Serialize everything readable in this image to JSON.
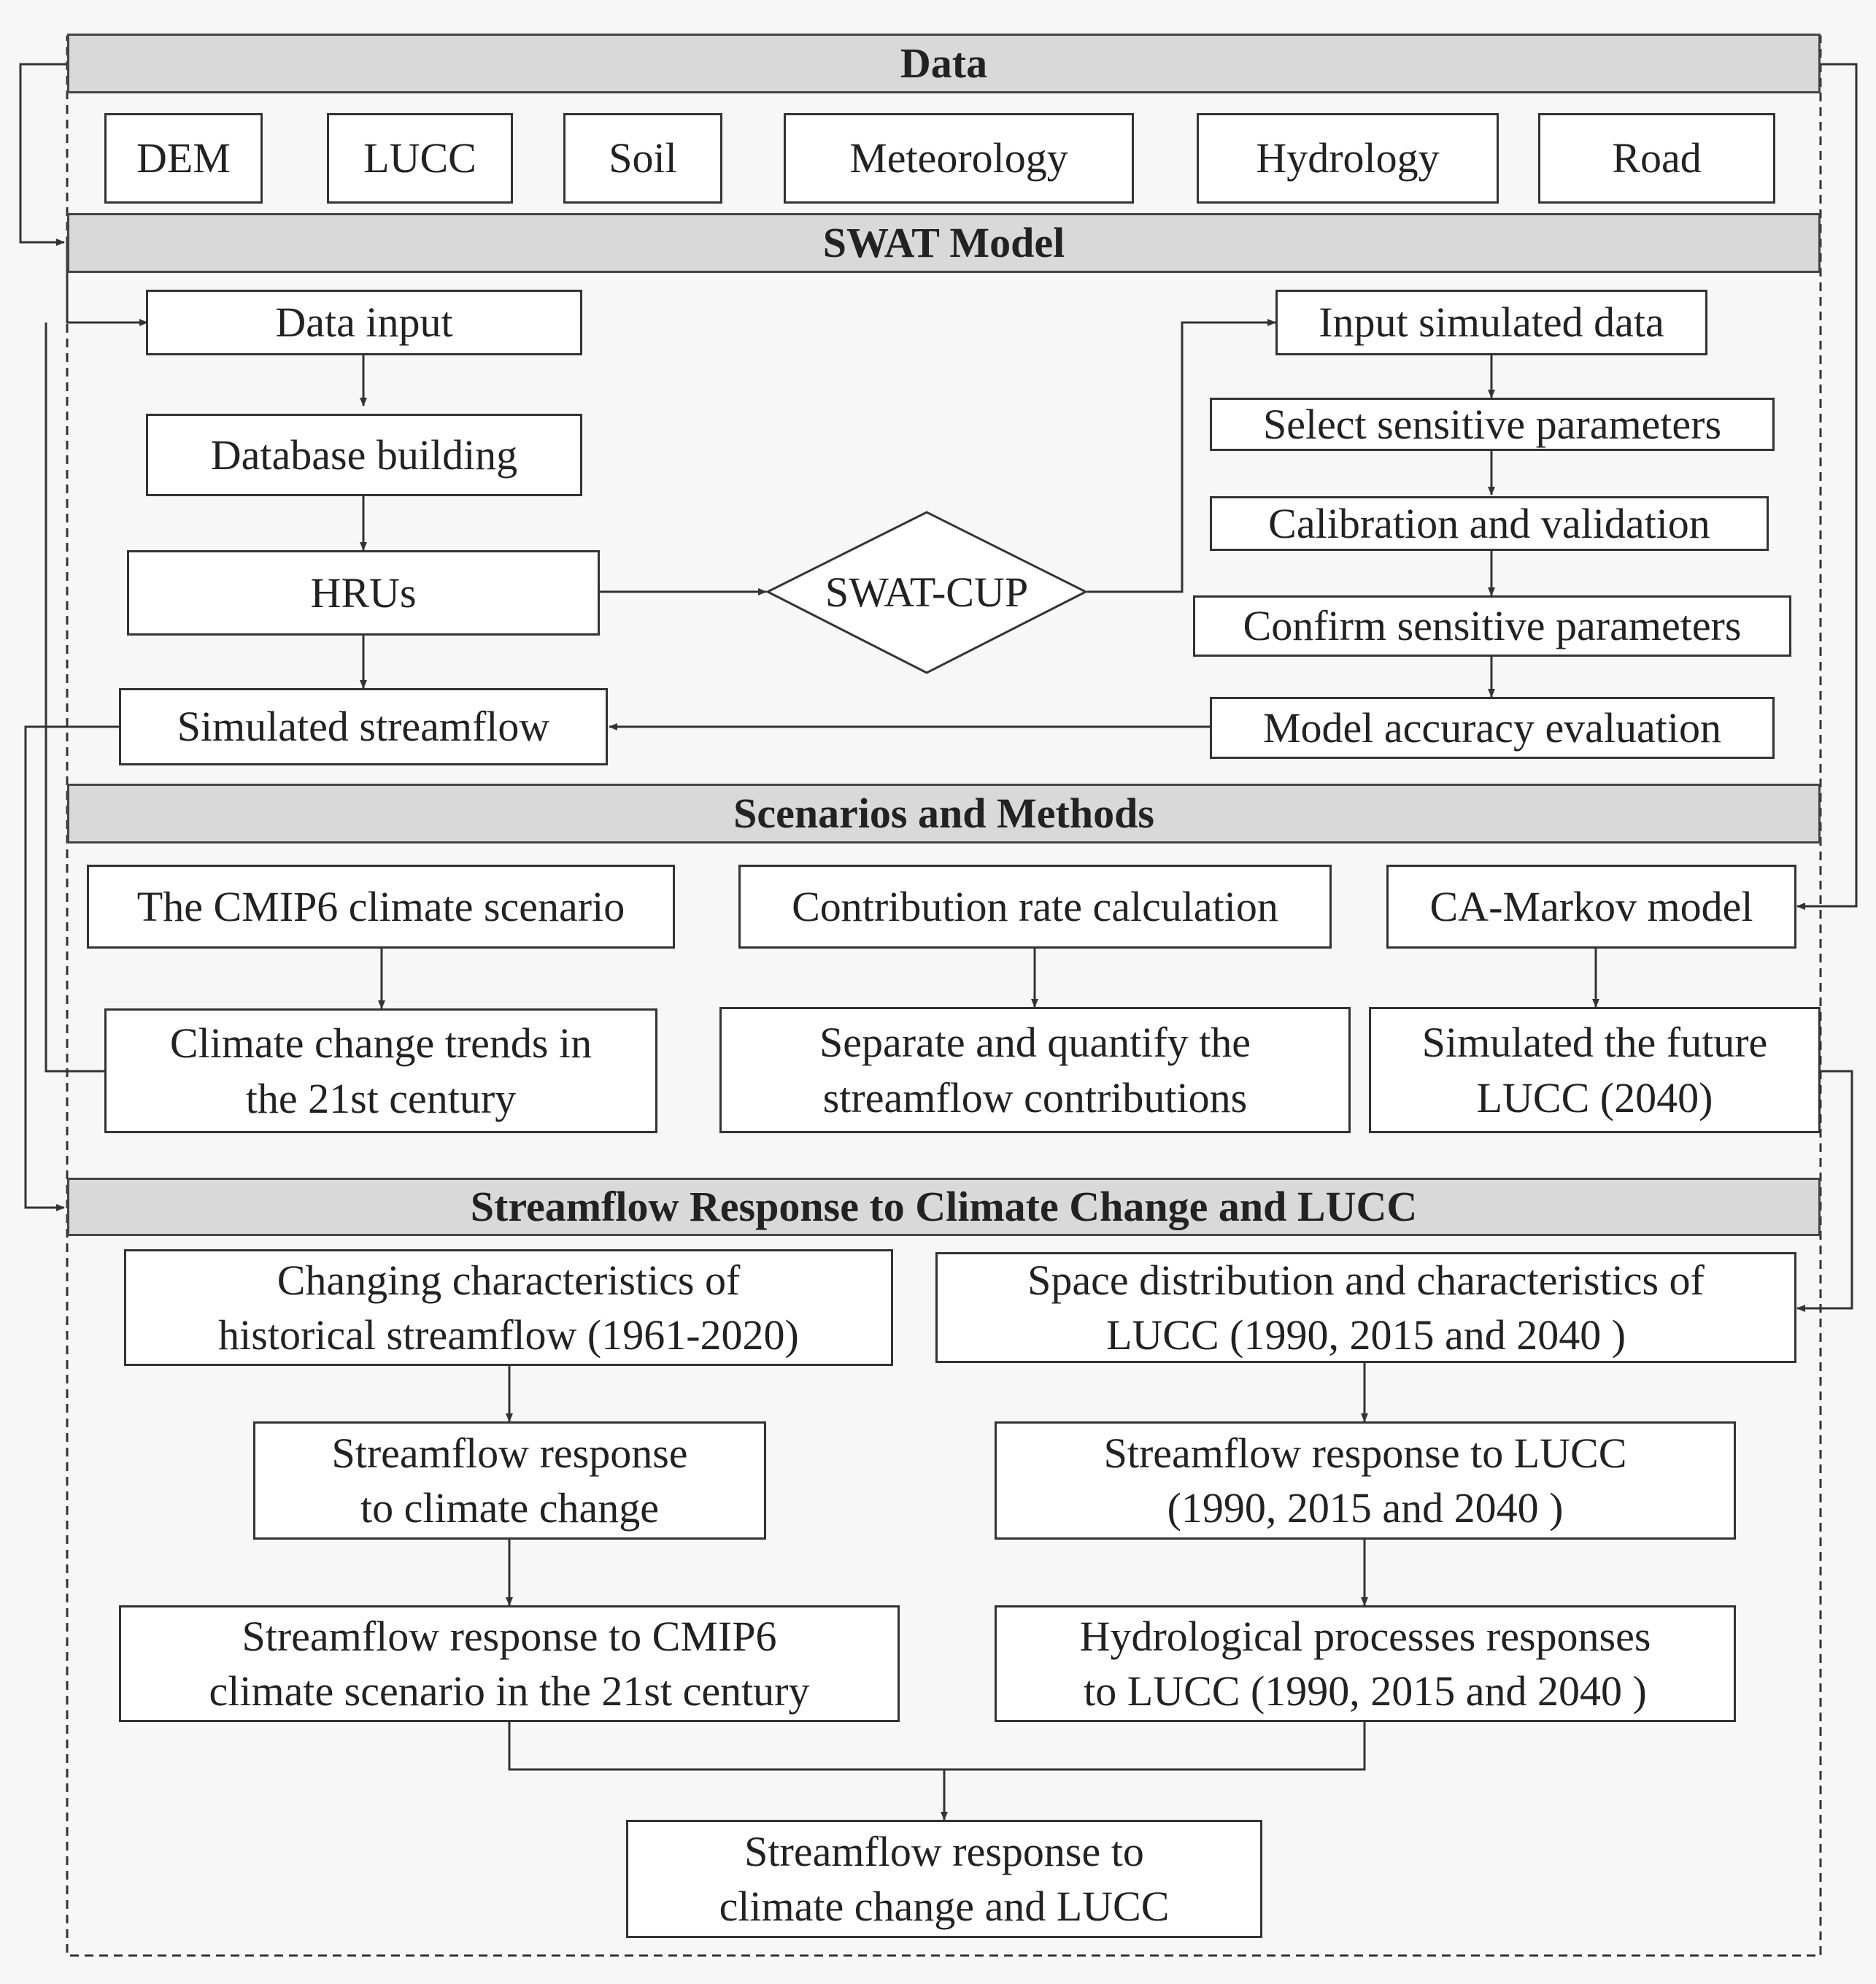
{
  "bands": {
    "data": "Data",
    "swat": "SWAT Model",
    "scenarios": "Scenarios and Methods",
    "response": "Streamflow Response to Climate Change and LUCC"
  },
  "data_sources": [
    "DEM",
    "LUCC",
    "Soil",
    "Meteorology",
    "Hydrology",
    "Road"
  ],
  "swat": {
    "data_input": "Data input",
    "database_building": "Database building",
    "hrus": "HRUs",
    "simulated_streamflow": "Simulated streamflow",
    "swat_cup": "SWAT-CUP",
    "input_simulated": "Input simulated data",
    "select_params": "Select sensitive parameters",
    "calibration": "Calibration and validation",
    "confirm_params": "Confirm sensitive parameters",
    "accuracy": "Model accuracy evaluation"
  },
  "scenarios": {
    "cmip6": "The CMIP6 climate scenario",
    "contribution": "Contribution rate calculation",
    "ca_markov": "CA-Markov model",
    "climate_trends_1": "Climate change trends in",
    "climate_trends_2": "the 21st century",
    "separate_1": "Separate and quantify the",
    "separate_2": "streamflow contributions",
    "future_lucc_1": "Simulated the future",
    "future_lucc_2": "LUCC (2040)"
  },
  "response": {
    "hist_1": "Changing characteristics of",
    "hist_2": "historical streamflow (1961-2020)",
    "resp_climate_1": "Streamflow response",
    "resp_climate_2": "to climate change",
    "resp_cmip6_1": "Streamflow response to CMIP6",
    "resp_cmip6_2": "climate scenario in the 21st century",
    "space_1": "Space distribution and characteristics of",
    "space_2": "LUCC (1990, 2015 and 2040 )",
    "resp_lucc_1": "Streamflow response to LUCC",
    "resp_lucc_2": "(1990, 2015 and 2040 )",
    "hydro_1": "Hydrological processes responses",
    "hydro_2": "to LUCC (1990, 2015 and 2040 )",
    "final_1": "Streamflow response to",
    "final_2": "climate change and LUCC"
  }
}
